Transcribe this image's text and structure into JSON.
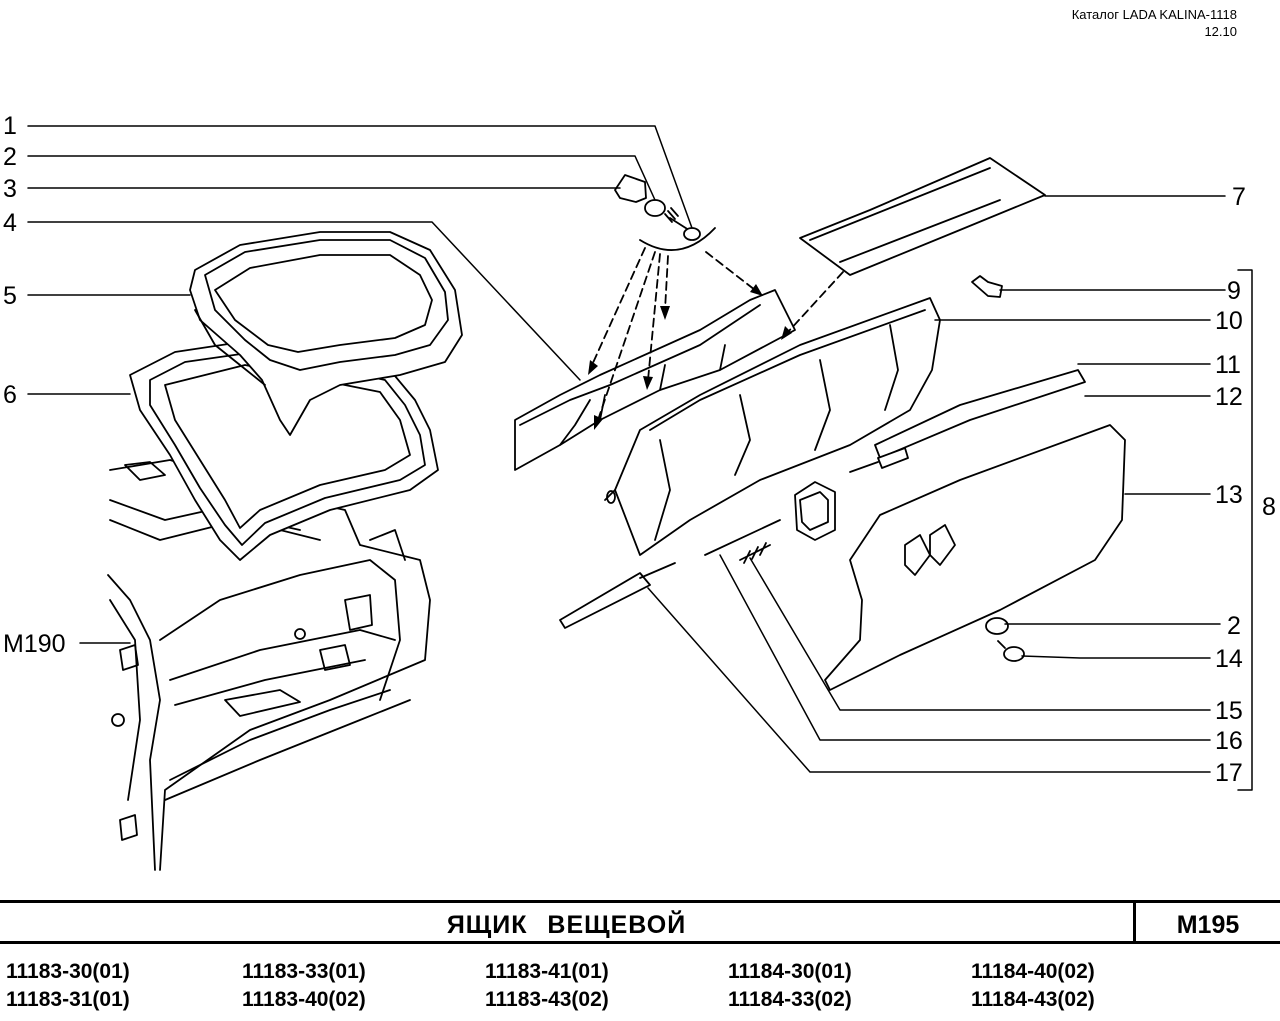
{
  "header": {
    "catalog": "Каталог LADA KALINA-1118",
    "date": "12.10"
  },
  "callouts": {
    "c1": "1",
    "c2": "2",
    "c3": "3",
    "c4": "4",
    "c5": "5",
    "c6": "6",
    "c7": "7",
    "c8": "8",
    "c9": "9",
    "c10": "10",
    "c11": "11",
    "c12": "12",
    "c13": "13",
    "c2b": "2",
    "c14": "14",
    "c15": "15",
    "c16": "16",
    "c17": "17",
    "ref": "М190"
  },
  "title": {
    "name": "ЯЩИК   ВЕЩЕВОЙ",
    "code": "М195"
  },
  "models": [
    [
      "11183-30(01)",
      "11183-31(01)"
    ],
    [
      "11183-33(01)",
      "11183-40(02)"
    ],
    [
      "11183-41(01)",
      "11183-43(02)"
    ],
    [
      "11184-30(01)",
      "11184-33(02)"
    ],
    [
      "11184-40(02)",
      "11184-43(02)"
    ]
  ]
}
